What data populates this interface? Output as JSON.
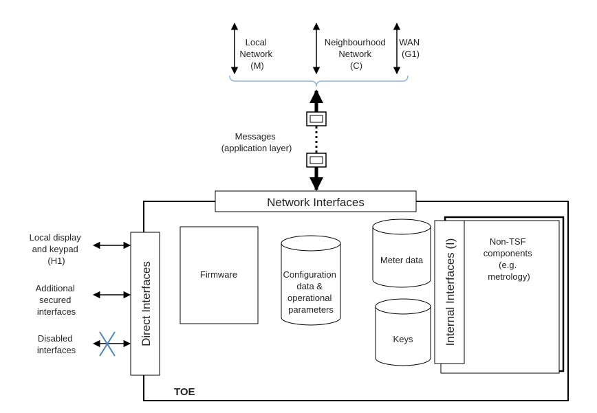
{
  "networks": {
    "local": [
      "Local",
      "Network",
      "(M)"
    ],
    "neighbourhood": [
      "Neighbourhood",
      "Network",
      "(C)"
    ],
    "wan": [
      "WAN",
      "(G1)"
    ]
  },
  "messages": [
    "Messages",
    "(application layer)"
  ],
  "network_interfaces": "Network Interfaces",
  "direct_interfaces": "Direct Interfaces",
  "internal_interfaces": "Internal Interfaces (I)",
  "external": {
    "local_display": [
      "Local display",
      "and keypad",
      "(H1)"
    ],
    "additional": [
      "Additional",
      "secured",
      "interfaces"
    ],
    "disabled": [
      "Disabled",
      "interfaces"
    ]
  },
  "components": {
    "firmware": "Firmware",
    "configuration": [
      "Configuration",
      "data &",
      "operational",
      "parameters"
    ],
    "meter_data": "Meter data",
    "keys": "Keys",
    "non_tsf": [
      "Non-TSF",
      "components",
      "(e.g.",
      "metrology)"
    ]
  },
  "toe": "TOE",
  "colors": {
    "line": "#000000",
    "bracket": "#8fb4e3",
    "cross": "#4a86c8"
  }
}
